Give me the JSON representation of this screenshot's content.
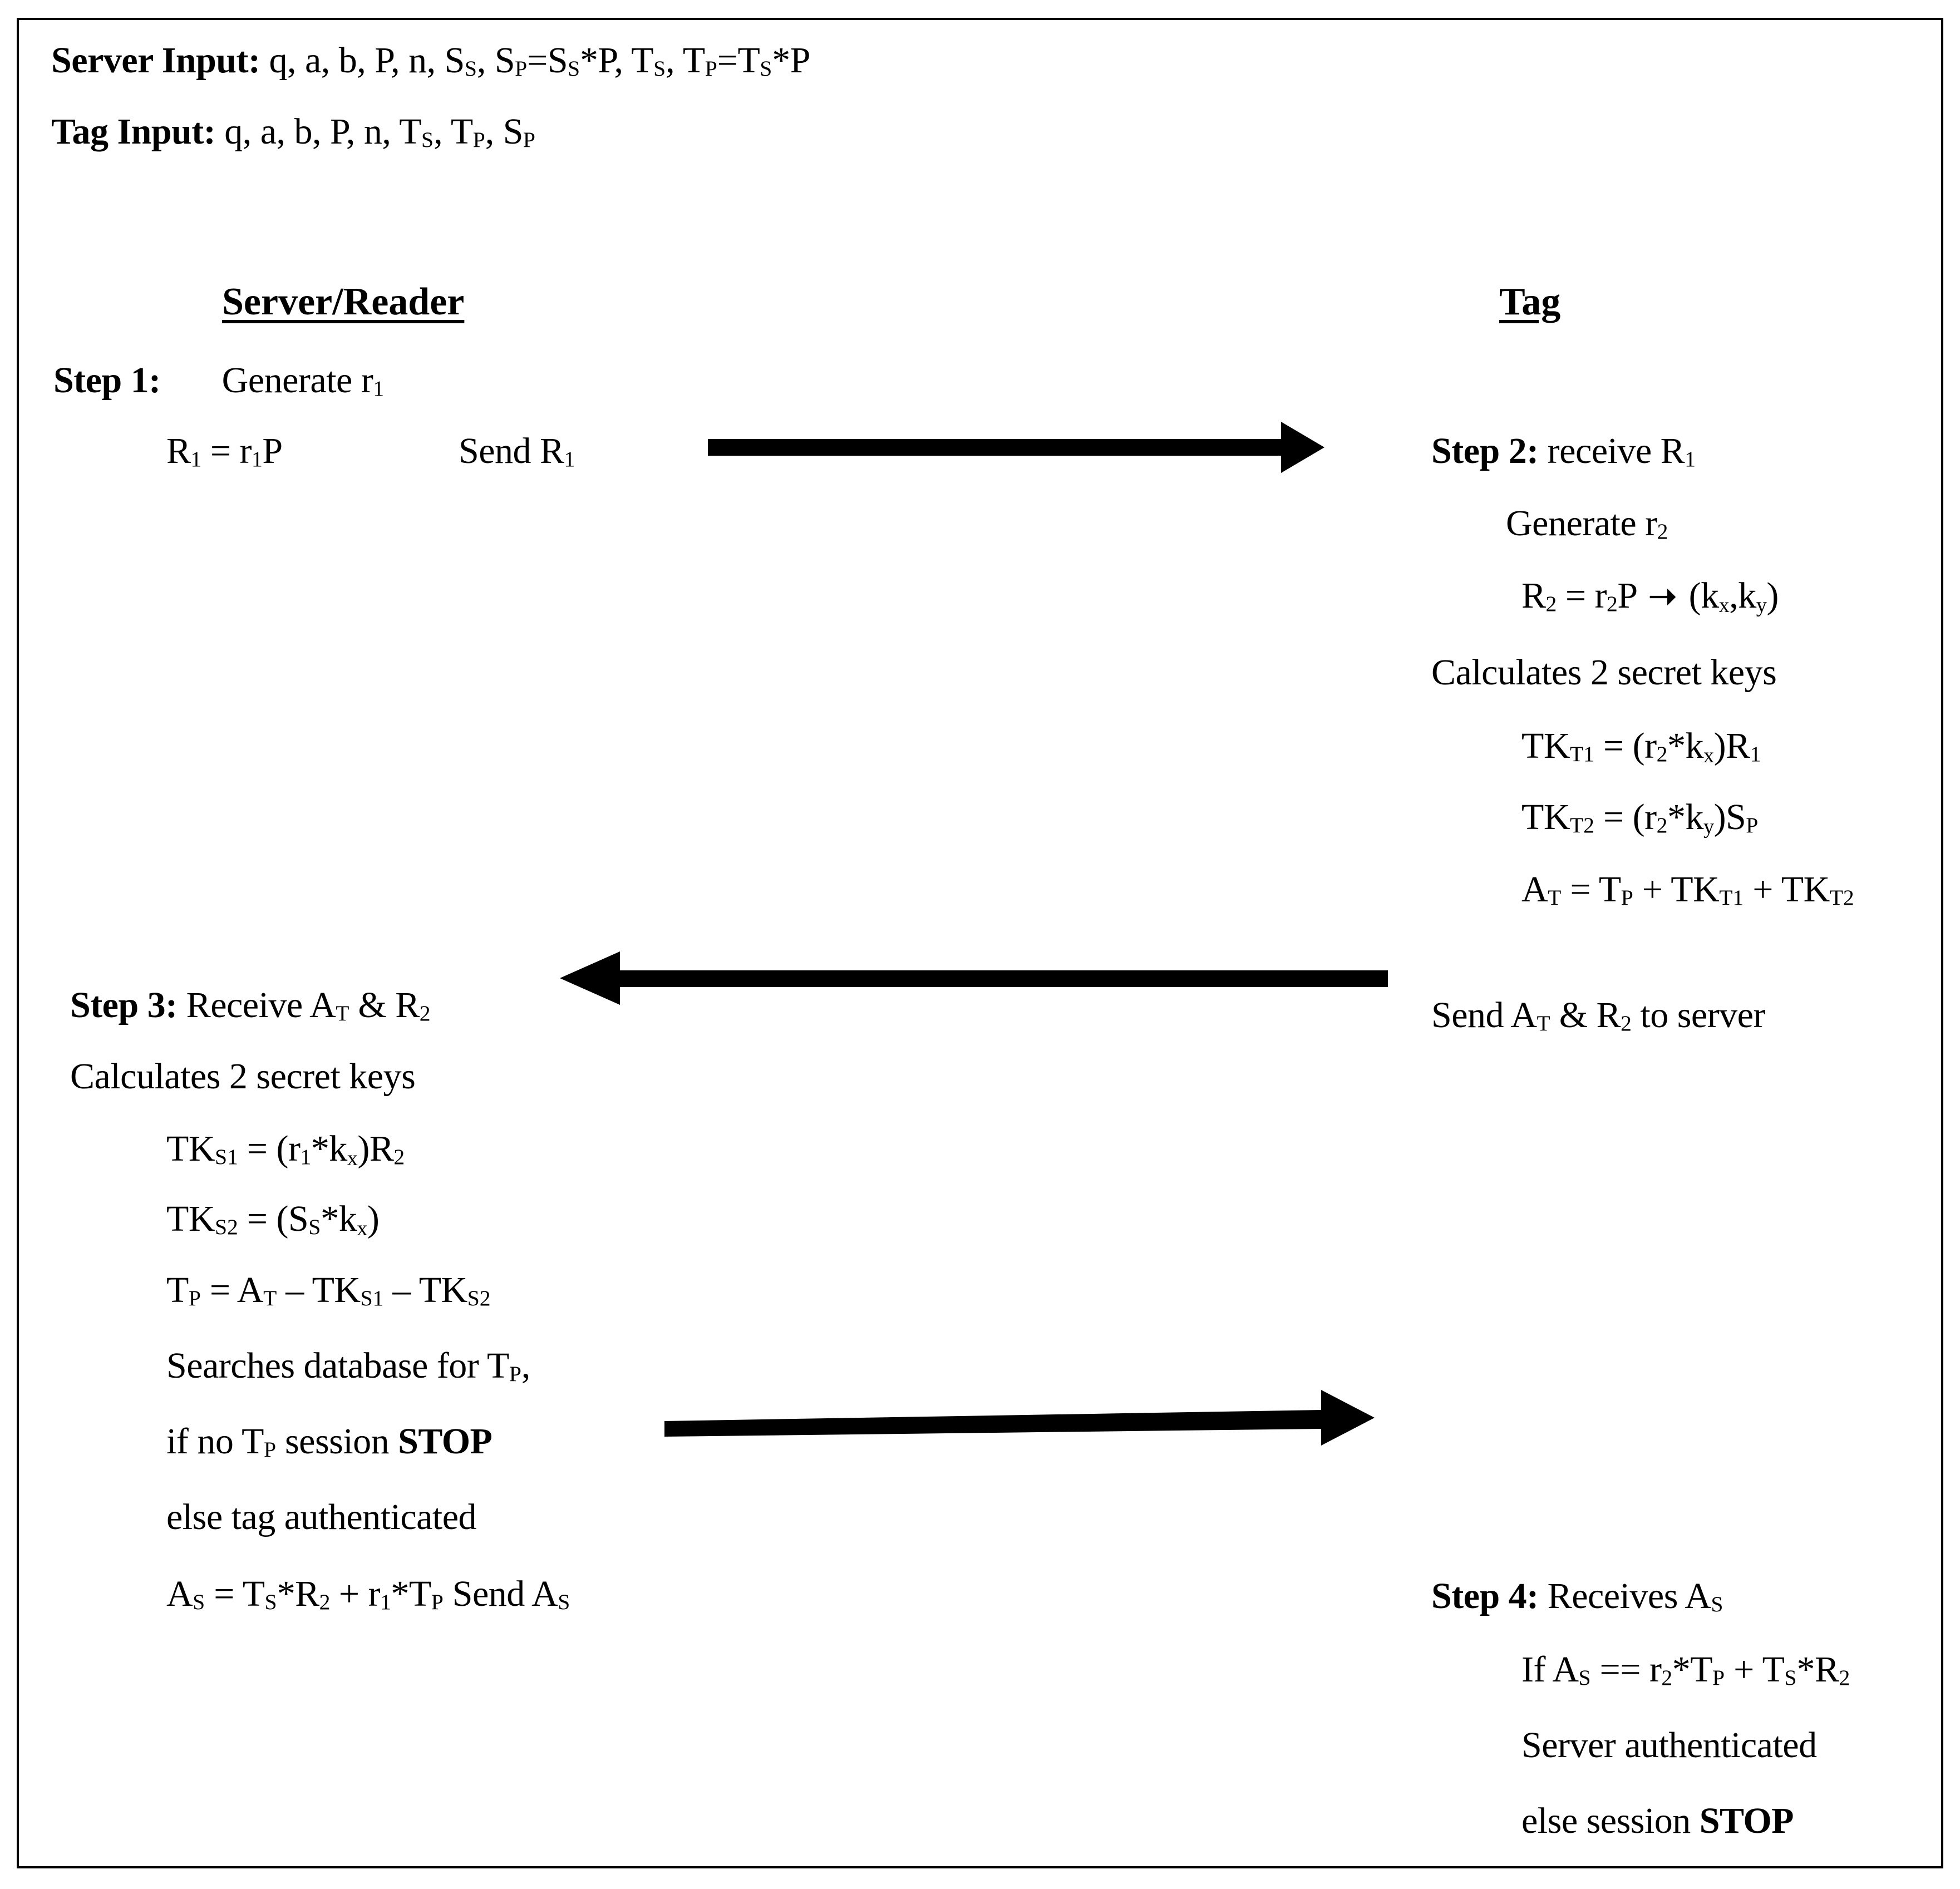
{
  "figure": {
    "type": "protocol-sequence-diagram",
    "border_color": "#000000",
    "background": "#ffffff",
    "text_color": "#000000"
  },
  "inputs": [
    {
      "label": "Server Input:",
      "value": "q, a, b, P, n, Sₛ, Sₚ=Sₛ*P, Tₛ, Tₚ=Tₛ*P"
    },
    {
      "label": "Tag Input:",
      "value": "q, a, b, P, n, Tₛ, Tₚ, Sₚ"
    }
  ],
  "columns": {
    "left_heading": "Server/Reader",
    "right_heading": "Tag"
  },
  "left_lines": [
    {
      "id": "s1-head",
      "bold_prefix": "Step 1:",
      "text": "Generate r1"
    },
    {
      "id": "s1-r1",
      "text": "R1 = r1P"
    },
    {
      "id": "s1-send",
      "text": "Send R1"
    },
    {
      "id": "s3-head",
      "bold_prefix": "Step 3:",
      "text": "Receive AT & R2"
    },
    {
      "id": "s3-calc",
      "text": "Calculates 2 secret keys"
    },
    {
      "id": "s3-tks1",
      "text": "TKS1 = (r1*kx)R2"
    },
    {
      "id": "s3-tks2",
      "text": "TKS2 = (SS*kx)"
    },
    {
      "id": "s3-tp",
      "text": "TP = AT – TKS1 – TKS2"
    },
    {
      "id": "s3-search",
      "text": "Searches database for TP,"
    },
    {
      "id": "s3-stop",
      "text": "if no TP session STOP",
      "bold_suffix": "STOP"
    },
    {
      "id": "s3-else",
      "text": "else tag authenticated"
    },
    {
      "id": "s3-as",
      "text": "AS = TS*R2 + r1*TP Send AS"
    }
  ],
  "right_lines": [
    {
      "id": "s2-head",
      "bold_prefix": "Step 2:",
      "text": "receive R1"
    },
    {
      "id": "s2-gen",
      "text": "Generate r2"
    },
    {
      "id": "s2-r2",
      "text": "R2 = r2P ➜ (kx,ky)"
    },
    {
      "id": "s2-calc",
      "text": "Calculates 2 secret keys"
    },
    {
      "id": "s2-tkt1",
      "text": "TKT1 = (r2*kx)R1"
    },
    {
      "id": "s2-tkt2",
      "text": "TKT2 = (r2*ky)SP"
    },
    {
      "id": "s2-at",
      "text": "AT = TP + TKT1 + TKT2"
    },
    {
      "id": "s2-send",
      "text": "Send AT & R2 to server"
    },
    {
      "id": "s4-head",
      "bold_prefix": "Step 4:",
      "text": "Receives AS"
    },
    {
      "id": "s4-if",
      "text": "If AS == r2*TP + TS*R2"
    },
    {
      "id": "s4-auth",
      "text": "Server authenticated"
    },
    {
      "id": "s4-stop",
      "text": "else session STOP",
      "bold_suffix": "STOP"
    }
  ],
  "message_arrows": [
    {
      "id": "arrow-1",
      "direction": "right",
      "meaning": "Send R1 from server to tag"
    },
    {
      "id": "arrow-2",
      "direction": "left",
      "meaning": "Send AT & R2 to server"
    },
    {
      "id": "arrow-3",
      "direction": "right",
      "meaning": "Send AS from server to tag"
    }
  ],
  "labels": {
    "server_input_label": "Server Input:",
    "server_input_value": "q, a, b, P, n, S",
    "tag_input_label": "Tag Input:",
    "step1": "Step 1:",
    "step2": "Step 2:",
    "step3": "Step 3:",
    "step4": "Step 4:",
    "stop": "STOP",
    "generate": "Generate",
    "calculates": "Calculates 2 secret keys",
    "send": "Send"
  }
}
